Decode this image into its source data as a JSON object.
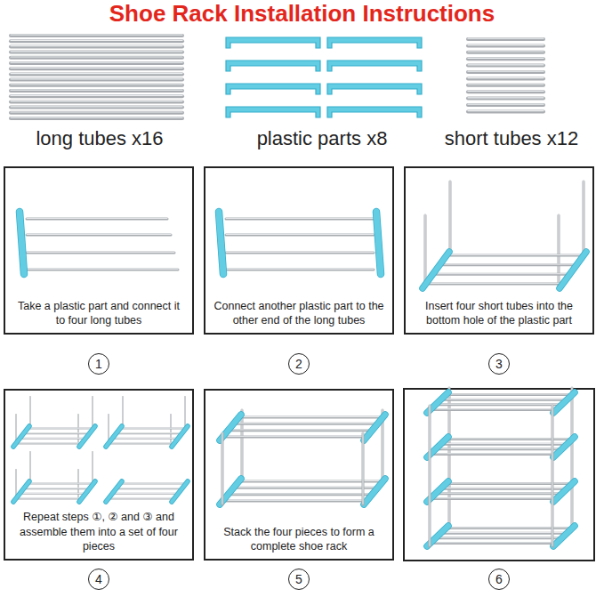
{
  "diagram": {
    "title": "Shoe Rack Installation Instructions",
    "nodes": [
      {
        "text": [
          "Take a plastic part and connect it to four long tubes"
        ]
      },
      {
        "text": [
          "Connect another plastic part to the other end of the long tubes"
        ]
      },
      {
        "text": [
          "Insert four short tubes into the bottom hole of the plastic part"
        ]
      },
      {
        "text": [
          "1"
        ]
      },
      {
        "text": [
          "2"
        ]
      },
      {
        "text": [
          "3"
        ]
      },
      {
        "text": [
          "Repeat steps ①, ② and ③ and assemble them into a set of four pieces"
        ]
      },
      {
        "text": [
          "Stack the four pieces to form a complete shoe rack"
        ]
      },
      {
        "text": [
          "4"
        ]
      },
      {
        "text": [
          "5"
        ]
      },
      {
        "text": [
          "6"
        ]
      }
    ],
    "labels": [
      "long tubes x16",
      "plastic parts x8",
      "short tubes x12"
    ]
  }
}
